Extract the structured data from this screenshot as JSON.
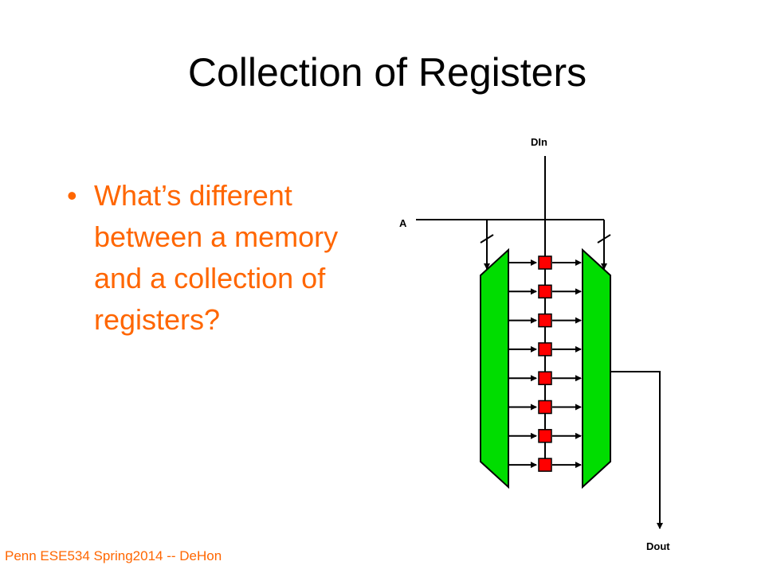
{
  "slide": {
    "title": "Collection of Registers",
    "bullets": [
      {
        "dot": "•",
        "text": "What’s different between a memory and a collection of registers?"
      }
    ],
    "footer": "Penn ESE534 Spring2014 -- DeHon"
  },
  "diagram": {
    "labels": {
      "din": "DIn",
      "address": "A",
      "dout": "Dout"
    },
    "register_count": 8,
    "colors": {
      "mux": "#00dd00",
      "register": "#ff0000",
      "wire": "#000000"
    }
  }
}
